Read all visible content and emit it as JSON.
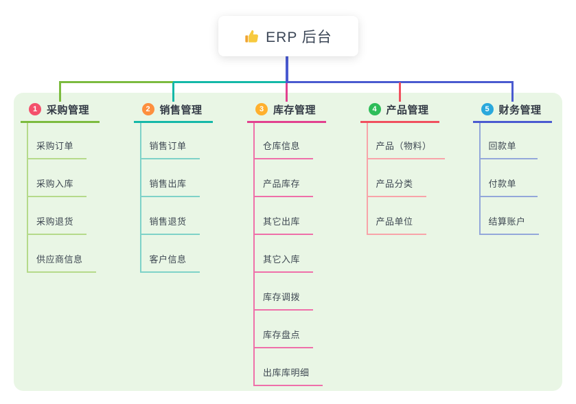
{
  "root": {
    "icon": "thumbs-up-icon",
    "title": "ERP 后台",
    "line_color": "#4a5ad0"
  },
  "panel": {
    "background": "#e9f6e5"
  },
  "branches": [
    {
      "number": "1",
      "title": "采购管理",
      "badge_color": "#f4506b",
      "line_color": "#7cbb3f",
      "child_line_color": "#b5da8a",
      "children": [
        "采购订单",
        "采购入库",
        "采购退货",
        "供应商信息"
      ]
    },
    {
      "number": "2",
      "title": "销售管理",
      "badge_color": "#fd8f3e",
      "line_color": "#14b8a8",
      "child_line_color": "#7ed2c8",
      "children": [
        "销售订单",
        "销售出库",
        "销售退货",
        "客户信息"
      ]
    },
    {
      "number": "3",
      "title": "库存管理",
      "badge_color": "#ffb02e",
      "line_color": "#e2418f",
      "child_line_color": "#ef6fa9",
      "children": [
        "仓库信息",
        "产品库存",
        "其它出库",
        "其它入库",
        "库存调拨",
        "库存盘点",
        "出库库明细"
      ]
    },
    {
      "number": "4",
      "title": "产品管理",
      "badge_color": "#2ebd59",
      "line_color": "#f0505e",
      "child_line_color": "#f8a3a9",
      "children": [
        "产品（物料）",
        "产品分类",
        "产品单位"
      ]
    },
    {
      "number": "5",
      "title": "财务管理",
      "badge_color": "#2aa8dc",
      "line_color": "#4a5ad0",
      "child_line_color": "#93a7da",
      "children": [
        "回款单",
        "付款单",
        "结算账户"
      ]
    }
  ]
}
